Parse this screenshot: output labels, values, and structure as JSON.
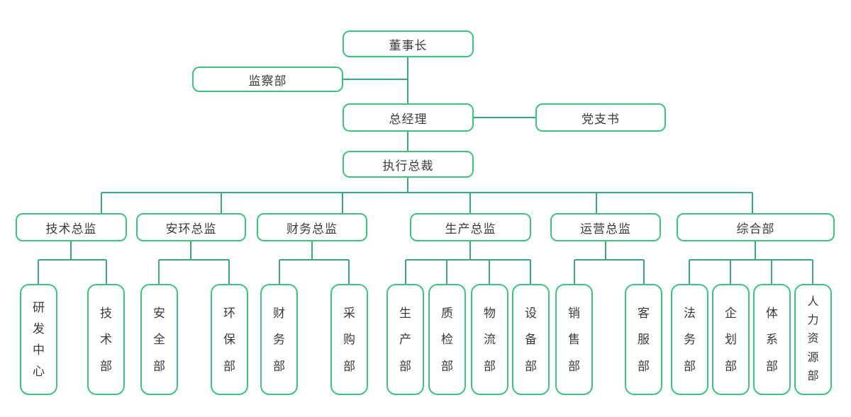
{
  "colors": {
    "box_border": "#3cc57e",
    "connector_line": "#3aa87b",
    "text": "#3a3a3a",
    "background": "#ffffff"
  },
  "org": {
    "chairman": {
      "label": "董事长"
    },
    "supervision": {
      "label": "监察部"
    },
    "general_manager": {
      "label": "总经理"
    },
    "party_secretary": {
      "label": "党支书"
    },
    "executive_president": {
      "label": "执行总裁"
    },
    "branches": [
      {
        "label": "技术总监",
        "children": [
          {
            "label": "研发中心"
          },
          {
            "label": "技术部"
          }
        ]
      },
      {
        "label": "安环总监",
        "children": [
          {
            "label": "安全部"
          },
          {
            "label": "环保部"
          }
        ]
      },
      {
        "label": "财务总监",
        "children": [
          {
            "label": "财务部"
          },
          {
            "label": "采购部"
          }
        ]
      },
      {
        "label": "生产总监",
        "children": [
          {
            "label": "生产部"
          },
          {
            "label": "质检部"
          },
          {
            "label": "物流部"
          },
          {
            "label": "设备部"
          }
        ]
      },
      {
        "label": "运营总监",
        "children": [
          {
            "label": "销售部"
          },
          {
            "label": "客服部"
          }
        ]
      },
      {
        "label": "综合部",
        "children": [
          {
            "label": "法务部"
          },
          {
            "label": "企划部"
          },
          {
            "label": "体系部"
          },
          {
            "label": "人力资源部"
          }
        ]
      }
    ]
  }
}
